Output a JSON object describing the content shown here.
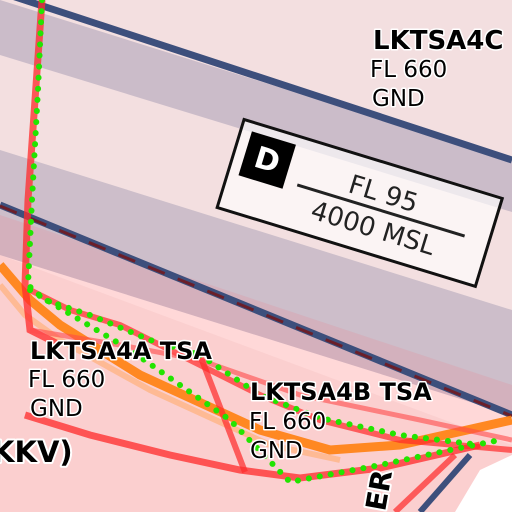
{
  "map": {
    "colors": {
      "background": "#f3dfe0",
      "tsa_fill": "#ffd6d6",
      "danger_band": "#c8b9c8",
      "danger_border": "#3d4f7c",
      "tsa_border": "#ff2a2a",
      "dotted_border": "#22e400",
      "orange_route": "#ff7f0e"
    },
    "airspaces": [
      {
        "name": "LKTSA4C",
        "upper": "FL 660",
        "lower": "GND"
      },
      {
        "name": "LKTSA4A TSA",
        "upper": "FL 660",
        "lower": "GND"
      },
      {
        "name": "LKTSA4B TSA",
        "upper": "FL 660",
        "lower": "GND"
      }
    ],
    "restricted_box": {
      "badge": "D",
      "upper": "FL 95",
      "lower": "4000 MSL"
    },
    "partial_label_left": "KKV)",
    "partial_label_bottom": "ER"
  }
}
